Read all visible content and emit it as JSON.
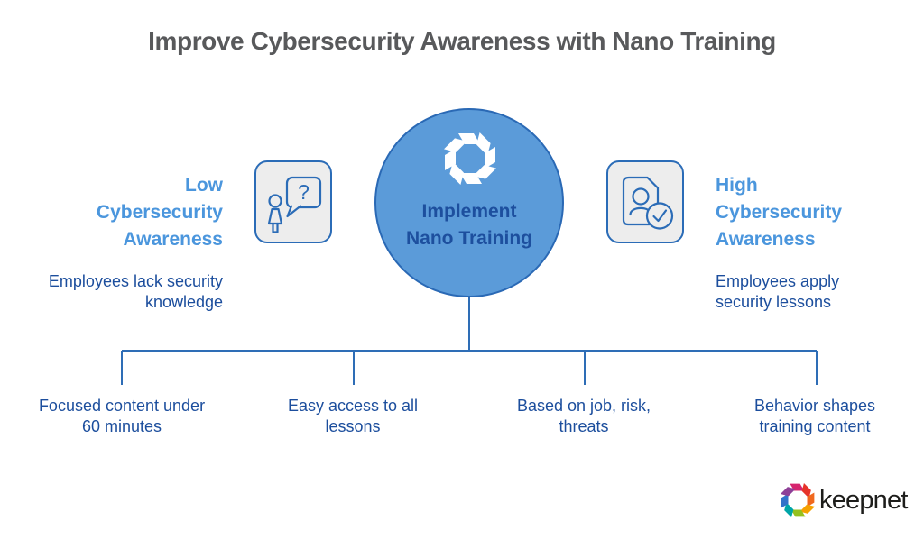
{
  "title": "Improve Cybersecurity Awareness with Nano Training",
  "colors": {
    "title": "#58595b",
    "heading": "#4b96dd",
    "body": "#1c4e9d",
    "line": "#2e6db6",
    "circle_fill": "#5b9bd9",
    "circle_border": "#2a69b5",
    "circle_text": "#1d4f9e",
    "icon_box_fill": "#ededed",
    "icon_stroke": "#2b6cb7",
    "brand_text": "#1d1d1b"
  },
  "left_panel": {
    "heading_lines": [
      "Low",
      "Cybersecurity",
      "Awareness"
    ],
    "desc_lines": [
      "Employees lack security",
      "knowledge"
    ],
    "icon": "person-question-icon",
    "bubble_glyph": "?"
  },
  "center": {
    "icon": "nano-pinwheel-icon",
    "lines": [
      "Implement",
      "Nano Training"
    ]
  },
  "right_panel": {
    "heading_lines": [
      "High",
      "Cybersecurity",
      "Awareness"
    ],
    "desc_lines": [
      "Employees apply",
      "security lessons"
    ],
    "icon": "id-card-check-icon"
  },
  "branches": [
    {
      "line1": "Focused content under",
      "line2": "60 minutes"
    },
    {
      "line1": "Easy access to all",
      "line2": "lessons"
    },
    {
      "line1": "Based on job, risk,",
      "line2": "threats"
    },
    {
      "line1": "Behavior shapes",
      "line2": "training content"
    }
  ],
  "footer": {
    "brand": "keepnet",
    "logo_colors": [
      "#d6246e",
      "#e6332a",
      "#f0681e",
      "#f5a100",
      "#95c11f",
      "#00a5a8",
      "#3272c9",
      "#8e3f97"
    ]
  }
}
